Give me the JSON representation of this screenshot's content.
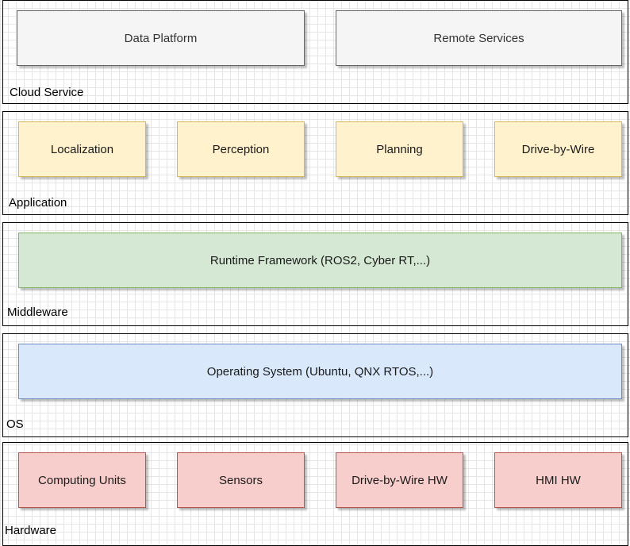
{
  "layers": {
    "cloud": {
      "label": "Cloud Service",
      "boxes": [
        "Data Platform",
        "Remote Services"
      ]
    },
    "application": {
      "label": "Application",
      "boxes": [
        "Localization",
        "Perception",
        "Planning",
        "Drive-by-Wire"
      ]
    },
    "middleware": {
      "label": "Middleware",
      "boxes": [
        "Runtime Framework (ROS2, Cyber RT,...)"
      ]
    },
    "os": {
      "label": "OS",
      "boxes": [
        "Operating System (Ubuntu, QNX RTOS,...)"
      ]
    },
    "hardware": {
      "label": "Hardware",
      "boxes": [
        "Computing Units",
        "Sensors",
        "Drive-by-Wire HW",
        "HMI HW"
      ]
    }
  },
  "colors": {
    "cloud_fill": "#f5f5f5",
    "application_fill": "#fff2cc",
    "middleware_fill": "#d5e8d4",
    "os_fill": "#dae8fc",
    "hardware_fill": "#f8cecc"
  }
}
